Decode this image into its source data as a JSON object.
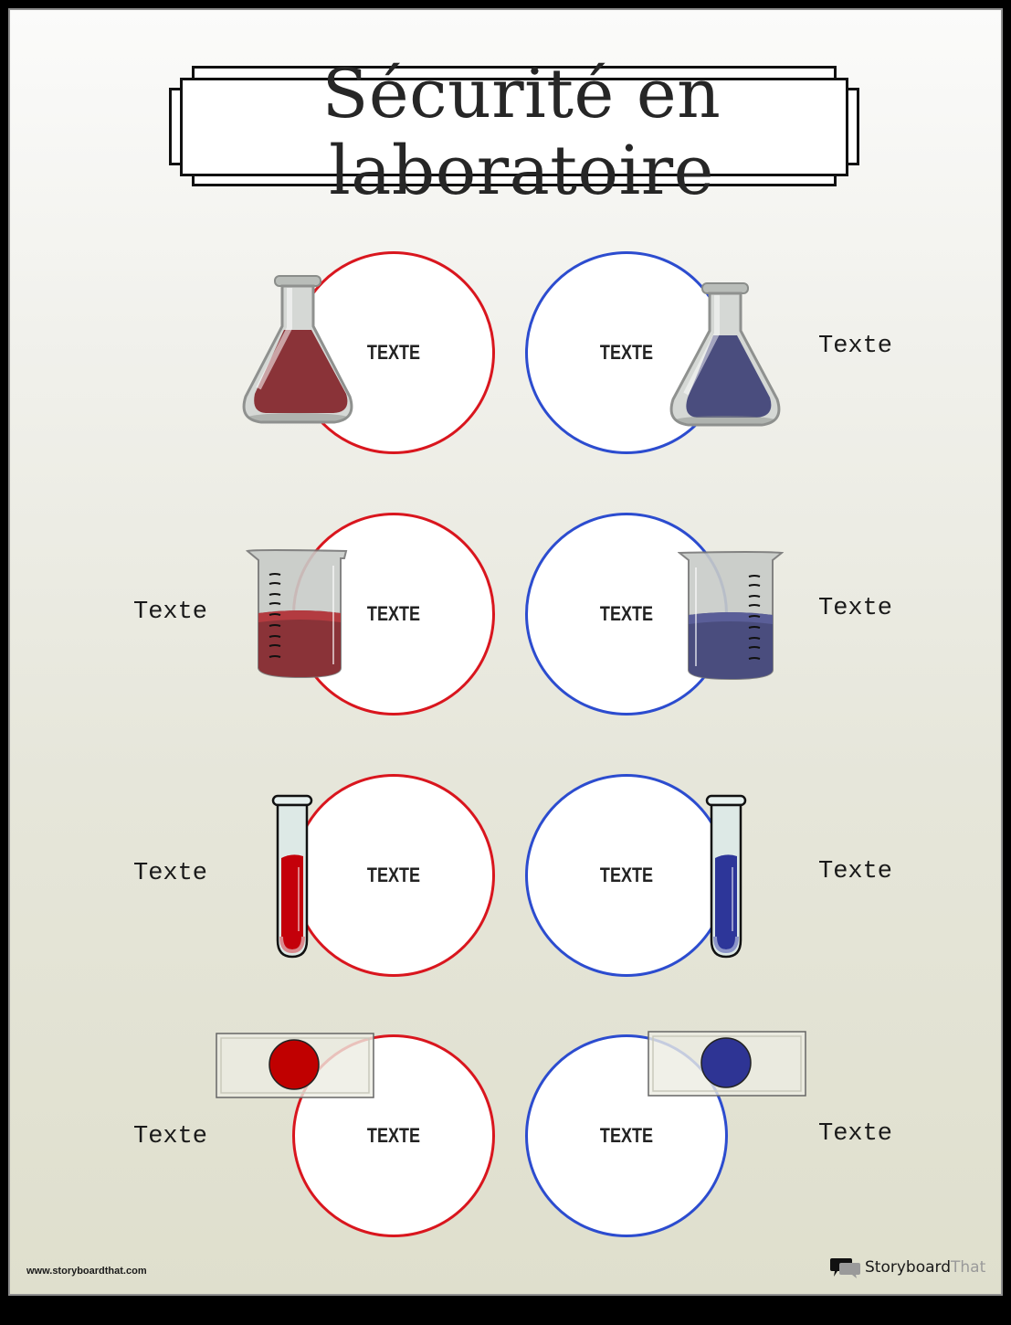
{
  "title": "Sécurité en laboratoire",
  "colors": {
    "red_accent": "#d9161e",
    "blue_accent": "#2c4ccf",
    "red_liquid": "#8a3338",
    "blue_liquid": "#4a4d7e",
    "background_top": "#fbfbfa",
    "background_bottom": "#dfdfcd"
  },
  "rows": [
    {
      "left": {
        "label": "",
        "circle_text": "TEXTE",
        "icon": "erlenmeyer-flask-red"
      },
      "right": {
        "label": "Texte",
        "circle_text": "TEXTE",
        "icon": "erlenmeyer-flask-blue"
      }
    },
    {
      "left": {
        "label": "Texte",
        "circle_text": "TEXTE",
        "icon": "beaker-red"
      },
      "right": {
        "label": "Texte",
        "circle_text": "TEXTE",
        "icon": "beaker-blue"
      }
    },
    {
      "left": {
        "label": "Texte",
        "circle_text": "TEXTE",
        "icon": "test-tube-red"
      },
      "right": {
        "label": "Texte",
        "circle_text": "TEXTE",
        "icon": "test-tube-blue"
      }
    },
    {
      "left": {
        "label": "Texte",
        "circle_text": "TEXTE",
        "icon": "microscope-slide-red"
      },
      "right": {
        "label": "Texte",
        "circle_text": "TEXTE",
        "icon": "microscope-slide-blue"
      }
    }
  ],
  "footer": {
    "url": "www.storyboardthat.com",
    "brand_primary": "Storyboard",
    "brand_secondary": "That",
    "brand_icon": "speech-bubbles-icon"
  }
}
